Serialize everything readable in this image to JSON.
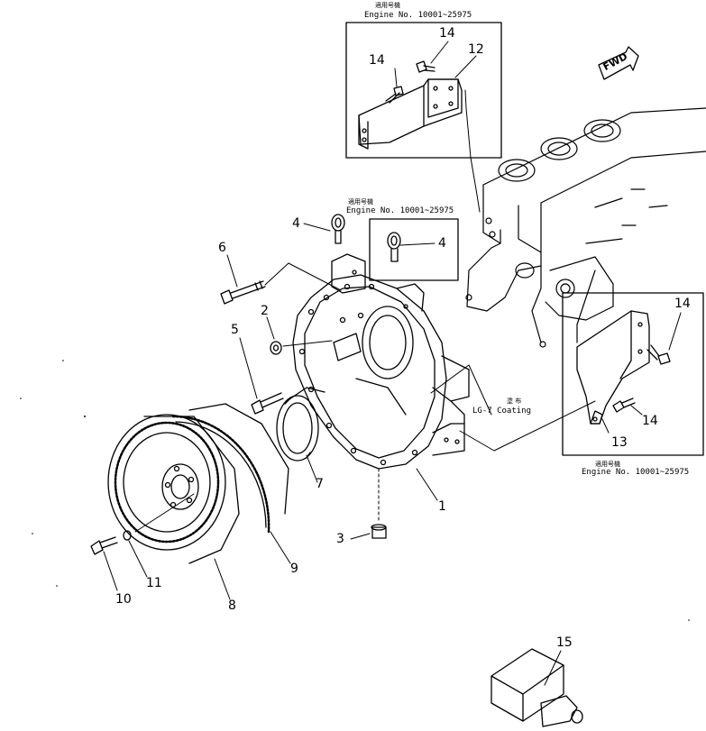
{
  "notes": {
    "box_top_cjk": "適用号機",
    "box_top_engine": "Engine  No. 10001~25975",
    "box_mid_cjk": "適用号機",
    "box_mid_engine": "Engine  No. 10001~25975",
    "box_right_cjk": "適用号機",
    "box_right_engine": "Engine  No. 10001~25975",
    "coating_cjk": "塗 布",
    "coating_text": "LG-7 Coating"
  },
  "fwd_label": "FWD",
  "callouts": {
    "c1": "1",
    "c2": "2",
    "c3": "3",
    "c4a": "4",
    "c4b": "4",
    "c5": "5",
    "c6": "6",
    "c7": "7",
    "c8": "8",
    "c9": "9",
    "c10": "10",
    "c11": "11",
    "c12": "12",
    "c13": "13",
    "c14a": "14",
    "c14b": "14",
    "c14c": "14",
    "c14d": "14",
    "c15": "15"
  },
  "colors": {
    "ink": "#000000",
    "paper": "#ffffff"
  }
}
